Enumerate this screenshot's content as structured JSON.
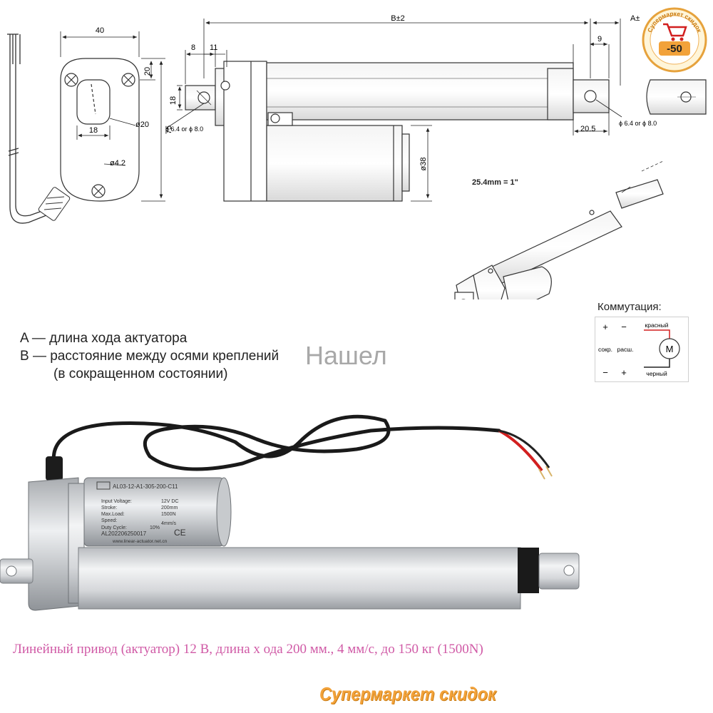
{
  "drawing": {
    "dims": {
      "d40": "40",
      "d20": "20",
      "d75": "75",
      "d18_side": "18",
      "d18_slot": "18",
      "phi20": "ø20",
      "phi4_2": "ø4.2",
      "d8": "8",
      "d11": "11",
      "hole_left": "ϕ 6.4 or ϕ 8.0",
      "b_dim": "B±2",
      "a_dim": "A±",
      "d9": "9",
      "phi38": "ø38",
      "d20_5": "20.5",
      "hole_right": "ϕ 6.4 or ϕ 8.0"
    },
    "conversion_note": "25.4mm = 1\""
  },
  "legend": {
    "line_a": "A — длина хода актуатора",
    "line_b": "B — расстояние между осями креплений",
    "line_b_sub": "(в сокращенном состоянии)"
  },
  "watermark": "Нашел",
  "wiring": {
    "title": "Коммутация:",
    "plus_top": "+",
    "minus_top": "−",
    "minus_bottom": "−",
    "plus_bottom": "+",
    "retract": "сокр.",
    "extend": "расш.",
    "red_wire": "красный",
    "black_wire": "черный",
    "motor": "M"
  },
  "label_plate": {
    "model": "AL03-12-A1-305-200-C11",
    "input_voltage_label": "Input Voltage:",
    "input_voltage": "12V DC",
    "stroke_label": "Stroke:",
    "stroke": "200mm",
    "max_load_label": "Max.Load:",
    "max_load": "1500N",
    "speed_label": "Speed:",
    "speed": "4mm/s",
    "duty_label": "Duty Cycle:",
    "duty": "10%",
    "serial": "AL202206250017",
    "ce": "CE",
    "website": "www.linear-actuator.net.cn"
  },
  "caption": "Линейный привод (актуатор) 12 В, длина х ода 200 мм., 4 мм/с, до 150 кг (1500N)",
  "store": {
    "badge_text": "Супермаркет скидок",
    "badge_discount": "-50",
    "bottom_text": "Супермаркет скидок"
  },
  "colors": {
    "caption": "#d05aa6",
    "store": "#f2a23a",
    "red_wire": "#d21f1f"
  }
}
